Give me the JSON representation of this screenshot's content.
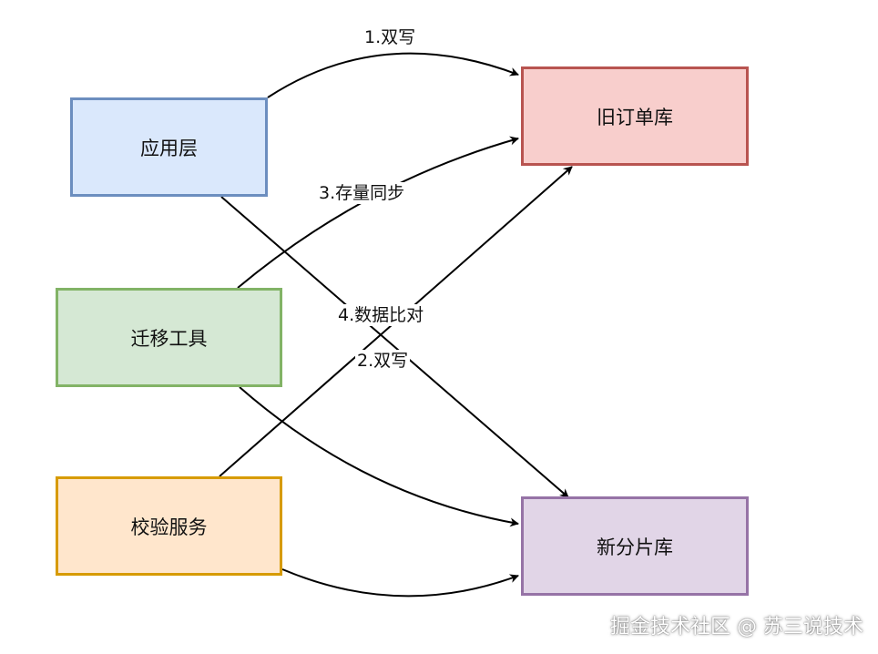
{
  "nodes": {
    "app": {
      "label": "应用层",
      "fill": "#dae8fc",
      "stroke": "#6c8ebf"
    },
    "migrate": {
      "label": "迁移工具",
      "fill": "#d5e8d4",
      "stroke": "#82b366"
    },
    "verify": {
      "label": "校验服务",
      "fill": "#ffe6cc",
      "stroke": "#d79b00"
    },
    "old_db": {
      "label": "旧订单库",
      "fill": "#f8cecc",
      "stroke": "#b85450"
    },
    "new_db": {
      "label": "新分片库",
      "fill": "#e1d5e7",
      "stroke": "#9673a6"
    }
  },
  "edges": [
    {
      "id": "e1",
      "from": "app",
      "to": "old_db",
      "label": "1.双写"
    },
    {
      "id": "e2",
      "from": "app",
      "to": "new_db",
      "label": "2.双写"
    },
    {
      "id": "e3",
      "from": "migrate",
      "to": "old_db",
      "label": "3.存量同步"
    },
    {
      "id": "e4",
      "from": "verify",
      "to": "old_db",
      "label": "4.数据比对"
    },
    {
      "id": "e5",
      "from": "migrate",
      "to": "new_db",
      "label": ""
    },
    {
      "id": "e6",
      "from": "verify",
      "to": "new_db",
      "label": ""
    }
  ],
  "edge_color": "#000000",
  "watermark": "掘金技术社区 @ 苏三说技术"
}
